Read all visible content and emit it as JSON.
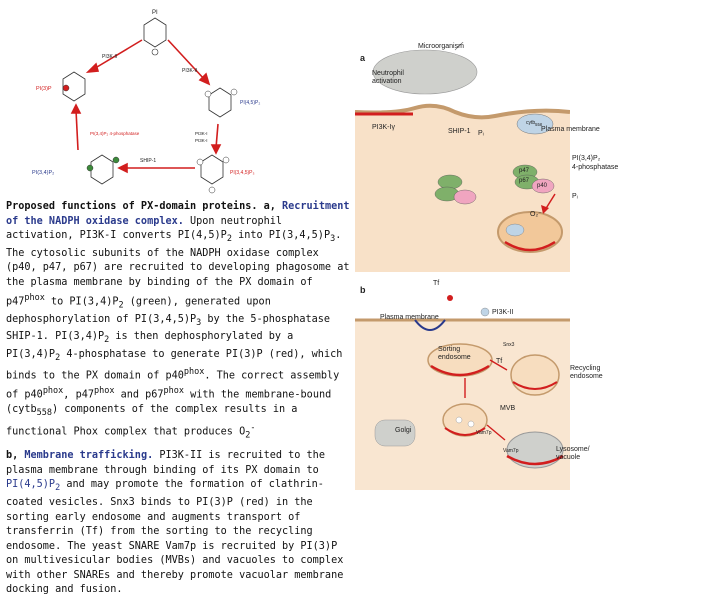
{
  "caption": {
    "para_a": {
      "title": "Proposed functions of PX-domain proteins. a,",
      "heading": "Recruitment of the NADPH oxidase complex.",
      "t1": " Upon neutrophil activation, PI3K-I converts PI(4,5)P",
      "s1": "2",
      "t2": " into PI(3,4,5)P",
      "s2": "3",
      "t3": ". The cytosolic subunits of the NADPH oxidase complex (p40, p47, p67) are recruited to developing phagosome at the plasma membrane by binding of the PX domain of p47",
      "sup1": "phox",
      "t4": " to PI(3,4)P",
      "s3": "2",
      "t5": " (green), generated upon dephosphorylation of PI(3,4,5)P",
      "s4": "3",
      "t6": " by the 5-phosphatase SHIP-1. PI(3,4)P",
      "s5": "2",
      "t7": " is then dephosphorylated by a PI(3,4)P",
      "s6": "2",
      "t8": " 4-phosphatase to generate PI(3)P (red), which binds to the PX domain of p40",
      "sup2": "phox",
      "t9": ". The correct assembly of p40",
      "sup3": "phox",
      "t10": ", p47",
      "sup4": "phox",
      "t11": " and p67",
      "sup5": "phox",
      "t12": " with the membrane-bound (cytb",
      "s7": "558",
      "t13": ") components of the complex results in a functional Phox complex that produces O",
      "s8": "2",
      "sup6": "-"
    },
    "para_b": {
      "lead": "b, ",
      "heading": "Membrane trafficking.",
      "t1": " PI3K-II is recruited to the plasma membrane through binding of its PX domain to ",
      "hl": "PI(4,5)P",
      "hl_sub": "2",
      "t2": " and may promote the formation of clathrin-coated vesicles. Snx3 binds to PI(3)P (red) in the sorting early endosome and augments transport of transferrin (Tf) from the sorting to the recycling endosome. The yeast SNARE Vam7p is recruited by PI(3)P on multivesicular bodies (MVBs) and vacuoles to complex with other SNAREs and thereby promote vacuolar membrane docking and fusion."
    }
  },
  "pathway": {
    "top": "PI",
    "pi3k2": "PI3K-II",
    "pi3p": "PI(3)P",
    "pi3k2b": "PI3K-II",
    "pi45p2": "PI(4,5)P₂",
    "pi4p2phos": "PI(3,4)P₂ 4-phosphatase",
    "pi3k1": "PI3K-I",
    "pi3k1b": "PI3K-I",
    "pi34p2": "PI(3,4)P₂",
    "ship1": "SHIP-1",
    "pi345p3": "PI(3,4,5)P₃"
  },
  "panel_a": {
    "letter": "a",
    "microorganism": "Microorganism",
    "activation": "Neutrophil activation",
    "pi3k": "PI3K-Iγ",
    "ship": "SHIP-1",
    "pi": "Pᵢ",
    "cytb": "cytb",
    "cytb_sub": "558",
    "membrane": "Plasma membrane",
    "pi34p2": "PI(3,4)P₂",
    "phos": "4-phosphatase",
    "pi2": "Pᵢ",
    "p47": "p47",
    "p67": "p67",
    "p40": "p40",
    "o2": "O₂⁻"
  },
  "panel_b": {
    "letter": "b",
    "tf": "Tf",
    "pi3k2": "PI3K-II",
    "membrane": "Plasma membrane",
    "sorting": "Sorting endosome",
    "snx3": "Snx3",
    "tf2": "Tf",
    "recycling": "Recycling endosome",
    "mvb": "MVB",
    "golgi": "Golgi",
    "vam": "Vam7p",
    "vam2": "Vam7p",
    "lyso": "Lysosome/ vacuole"
  },
  "colors": {
    "red": "#d21e1e",
    "green": "#3c8a3a",
    "blue_text": "#2a3a8c",
    "peach": "#f2c89a",
    "gray": "#cfd0cc"
  }
}
